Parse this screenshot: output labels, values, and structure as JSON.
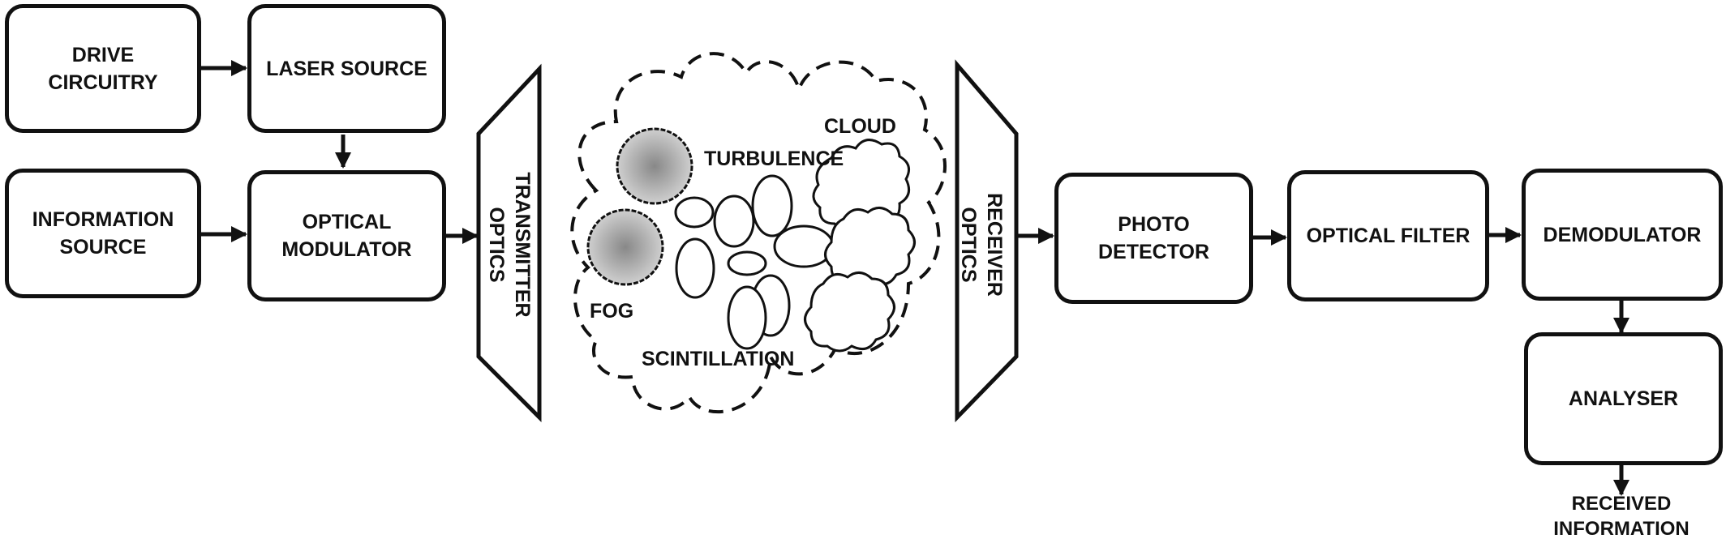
{
  "blocks": {
    "drive_circuitry": "DRIVE\nCIRCUITRY",
    "laser_source": "LASER SOURCE",
    "information_source": "INFORMATION\nSOURCE",
    "optical_modulator": "OPTICAL\nMODULATOR",
    "transmitter_optics": "TRANSMITTER\nOPTICS",
    "receiver_optics": "RECEIVER\nOPTICS",
    "photo_detector": "PHOTO\nDETECTOR",
    "optical_filter": "OPTICAL FILTER",
    "demodulator": "DEMODULATOR",
    "analyser": "ANALYSER",
    "received_information": "RECEIVED\nINFORMATION"
  },
  "channel": {
    "turbulence": "TURBULENCE",
    "cloud": "CLOUD",
    "fog": "FOG",
    "scintillation": "SCINTILLATION"
  }
}
